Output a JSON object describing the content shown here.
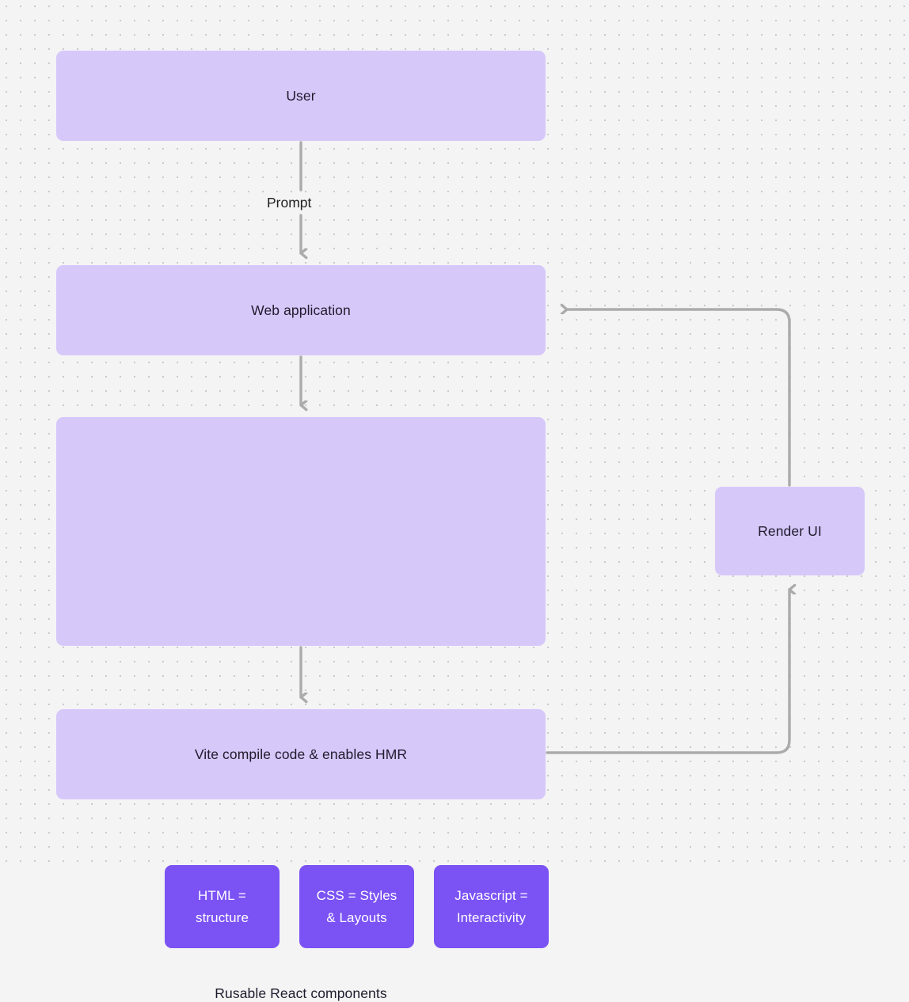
{
  "diagram": {
    "title": "React / Vite web application render flow",
    "background_color": "#f4f4f4",
    "node_fill": "#d7c8fa",
    "chip_fill": "#7b52f4",
    "edge_color": "#ababab",
    "text_color": "#201b2d",
    "chip_text_color": "#ffffff"
  },
  "nodes": {
    "user": {
      "label": "User"
    },
    "web_application": {
      "label": "Web application"
    },
    "component_group": {
      "caption": "Rusable React components",
      "chips": [
        {
          "line1": "HTML =",
          "line2": "structure"
        },
        {
          "line1": "CSS = Styles",
          "line2": "& Layouts"
        },
        {
          "line1": "Javascript =",
          "line2": "Interactivity"
        }
      ]
    },
    "vite": {
      "label": "Vite compile code & enables HMR"
    },
    "render_ui": {
      "label": "Render UI"
    }
  },
  "edges": [
    {
      "id": "user-to-webapp",
      "from": "User",
      "to": "Web application",
      "label": "Prompt",
      "direction": "down"
    },
    {
      "id": "webapp-to-group",
      "from": "Web application",
      "to": "Rusable React components",
      "label": "",
      "direction": "down"
    },
    {
      "id": "group-to-vite",
      "from": "Rusable React components",
      "to": "Vite compile code & enables HMR",
      "label": "",
      "direction": "down"
    },
    {
      "id": "vite-to-render",
      "from": "Vite compile code & enables HMR",
      "to": "Render UI",
      "label": "",
      "direction": "right-up"
    },
    {
      "id": "render-to-webapp",
      "from": "Render UI",
      "to": "Web application",
      "label": "",
      "direction": "up-left"
    }
  ]
}
